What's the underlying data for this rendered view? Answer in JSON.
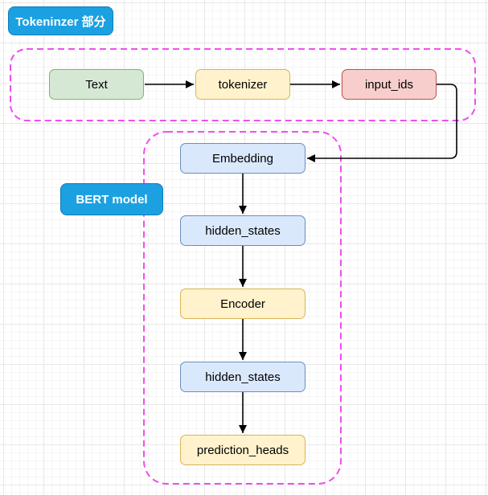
{
  "diagram": {
    "badges": {
      "tokenizer_section": "Tokeninzer 部分",
      "bert_model": "BERT model"
    },
    "nodes": {
      "text": "Text",
      "tokenizer": "tokenizer",
      "input_ids": "input_ids",
      "embedding": "Embedding",
      "hidden_states_1": "hidden_states",
      "encoder": "Encoder",
      "hidden_states_2": "hidden_states",
      "prediction_heads": "prediction_heads"
    },
    "edges": [
      {
        "from": "Text",
        "to": "tokenizer"
      },
      {
        "from": "tokenizer",
        "to": "input_ids"
      },
      {
        "from": "input_ids",
        "to": "Embedding"
      },
      {
        "from": "Embedding",
        "to": "hidden_states"
      },
      {
        "from": "hidden_states",
        "to": "Encoder"
      },
      {
        "from": "Encoder",
        "to": "hidden_states"
      },
      {
        "from": "hidden_states",
        "to": "prediction_heads"
      }
    ],
    "colors": {
      "badge_fill": "#1BA1E2",
      "badge_border": "#0E7CB8",
      "badge_text": "#FFFFFF",
      "green_fill": "#D5E8D4",
      "green_border": "#82B366",
      "yellow_fill": "#FFF2CC",
      "yellow_border": "#D6B656",
      "red_fill": "#F8CECC",
      "red_border": "#B85450",
      "blue_fill": "#DAE8FC",
      "blue_border": "#6C8EBF",
      "container_dash": "#F24DF2",
      "edge_stroke": "#000000",
      "grid_minor": "#F5F5F5",
      "grid_major": "#E8E8E8",
      "canvas_bg": "#FFFFFF"
    }
  }
}
